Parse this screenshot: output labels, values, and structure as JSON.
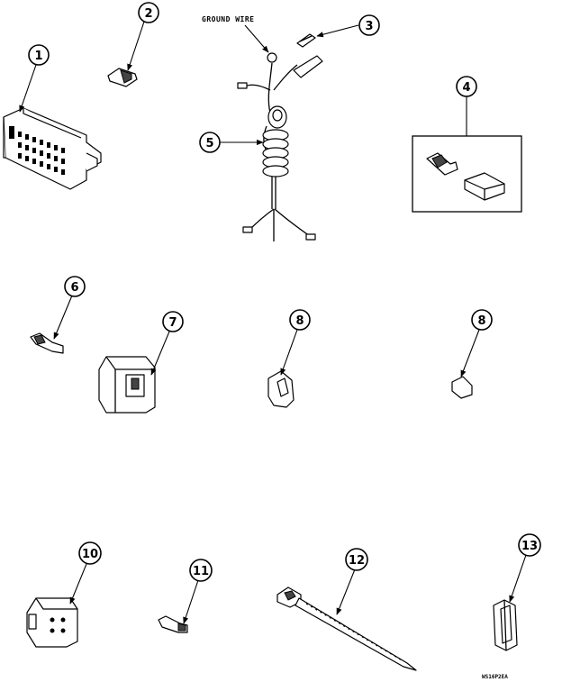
{
  "callouts": {
    "c1": "1",
    "c2": "2",
    "c3": "3",
    "c4": "4",
    "c5": "5",
    "c6": "6",
    "c7": "7",
    "c8a": "8",
    "c8b": "8",
    "c10": "10",
    "c11": "11",
    "c12": "12",
    "c13": "13"
  },
  "labels": {
    "ground_wire": "GROUND WIRE"
  },
  "drawing_id": "WS16P2EA"
}
